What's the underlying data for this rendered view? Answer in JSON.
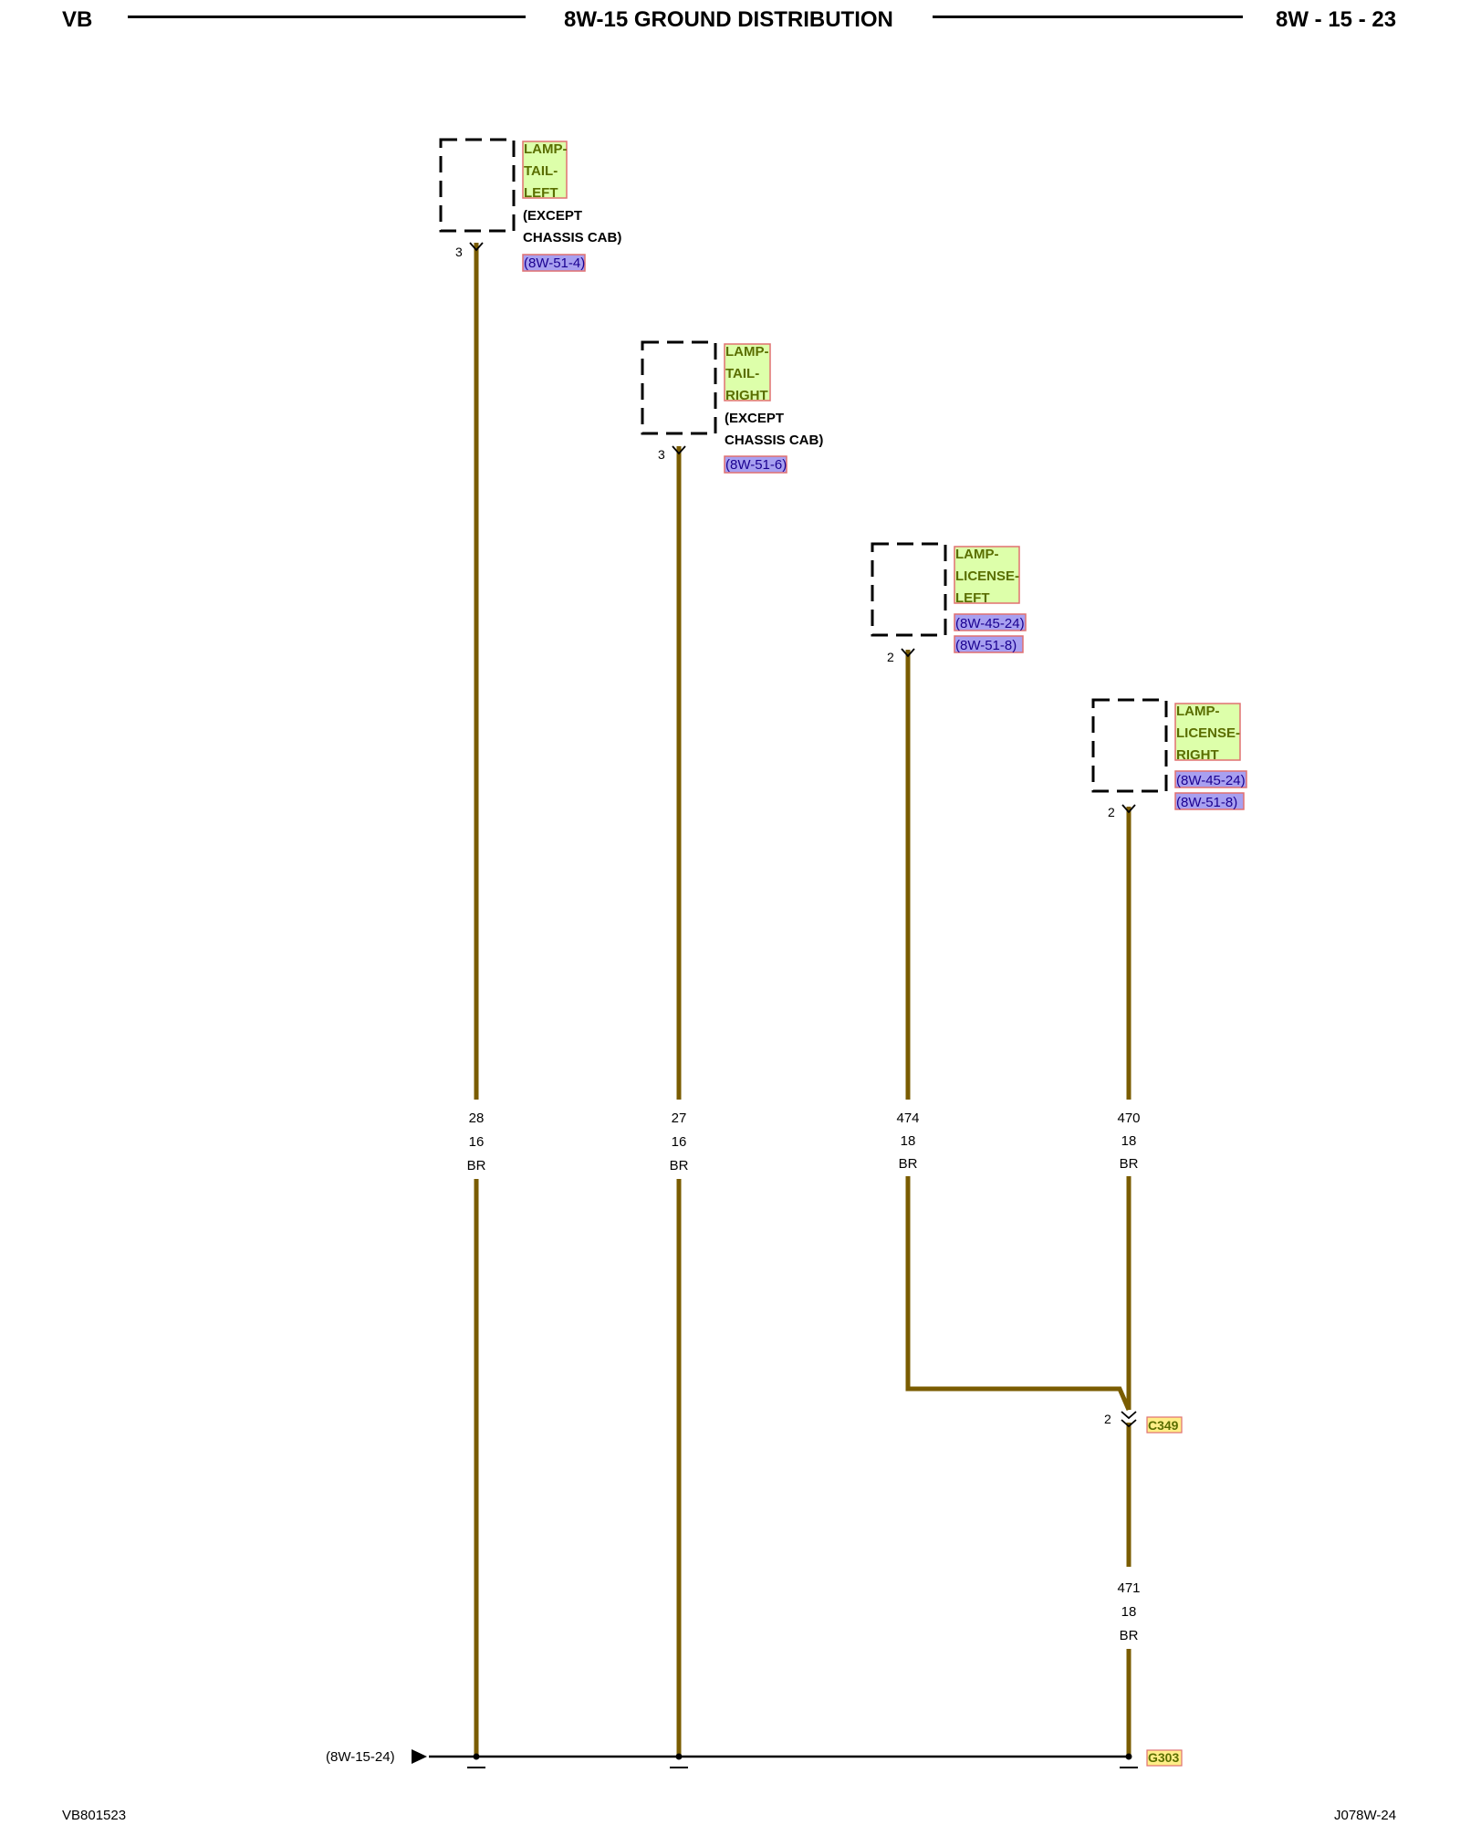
{
  "header": {
    "left": "VB",
    "title": "8W-15 GROUND DISTRIBUTION",
    "right": "8W - 15 - 23"
  },
  "footer": {
    "left": "VB801523",
    "right": "J078W-24"
  },
  "colors": {
    "wire": "#7a5c00",
    "component_label_bg": "#ddffaa",
    "component_label_border": "#e07070",
    "ref_bg": "#a8a0f0",
    "ref_border": "#e07070",
    "connector_label_bg": "#ffee88"
  },
  "components": [
    {
      "name_lines": [
        "LAMP-",
        "TAIL-",
        "LEFT"
      ],
      "note_lines": [
        "(EXCEPT",
        "CHASSIS CAB)"
      ],
      "refs": [
        "(8W-51-4)"
      ],
      "pin": "3"
    },
    {
      "name_lines": [
        "LAMP-",
        "TAIL-",
        "RIGHT"
      ],
      "note_lines": [
        "(EXCEPT",
        "CHASSIS CAB)"
      ],
      "refs": [
        "(8W-51-6)"
      ],
      "pin": "3"
    },
    {
      "name_lines": [
        "LAMP-",
        "LICENSE-",
        "LEFT"
      ],
      "note_lines": [],
      "refs": [
        "(8W-45-24)",
        "(8W-51-8)"
      ],
      "pin": "2"
    },
    {
      "name_lines": [
        "LAMP-",
        "LICENSE-",
        "RIGHT"
      ],
      "note_lines": [],
      "refs": [
        "(8W-45-24)",
        "(8W-51-8)"
      ],
      "pin": "2"
    }
  ],
  "wires": [
    {
      "circuit": "28",
      "gauge": "16",
      "color": "BR"
    },
    {
      "circuit": "27",
      "gauge": "16",
      "color": "BR"
    },
    {
      "circuit": "474",
      "gauge": "18",
      "color": "BR"
    },
    {
      "circuit": "470",
      "gauge": "18",
      "color": "BR"
    },
    {
      "circuit": "471",
      "gauge": "18",
      "color": "BR"
    }
  ],
  "connector": {
    "name": "C349",
    "pin": "2"
  },
  "ground": {
    "name": "G303",
    "ref": "(8W-15-24)"
  }
}
